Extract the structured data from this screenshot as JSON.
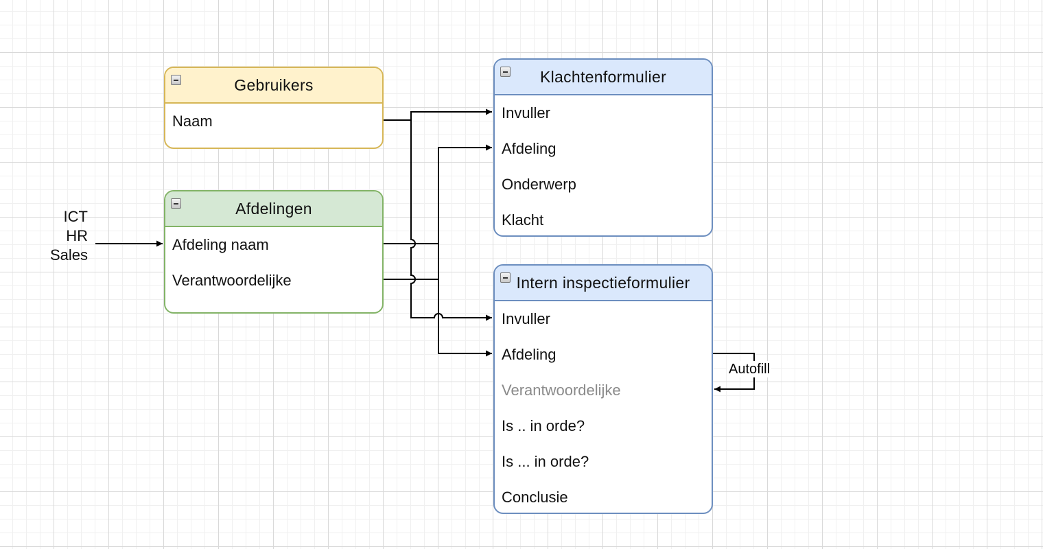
{
  "entities": {
    "gebruikers": {
      "title": "Gebruikers",
      "fields": [
        "Naam"
      ]
    },
    "afdelingen": {
      "title": "Afdelingen",
      "fields": [
        "Afdeling naam",
        "Verantwoordelijke"
      ]
    },
    "klachtenformulier": {
      "title": "Klachtenformulier",
      "fields": [
        "Invuller",
        "Afdeling",
        "Onderwerp",
        "Klacht"
      ]
    },
    "intern_inspectieformulier": {
      "title": "Intern inspectieformulier",
      "fields": [
        "Invuller",
        "Afdeling",
        "Verantwoordelijke",
        "Is .. in orde?",
        "Is ... in orde?",
        "Conclusie"
      ]
    }
  },
  "input_values": [
    "ICT",
    "HR",
    "Sales"
  ],
  "autofill_label": "Autofill",
  "colors": {
    "gebruikers_fill": "#fff2cc",
    "gebruikers_stroke": "#d6b656",
    "afdelingen_fill": "#d5e8d4",
    "afdelingen_stroke": "#82b366",
    "forms_fill": "#dae8fc",
    "forms_stroke": "#6c8ebf",
    "muted_field": "#8a8a8a",
    "connector": "#000000"
  }
}
